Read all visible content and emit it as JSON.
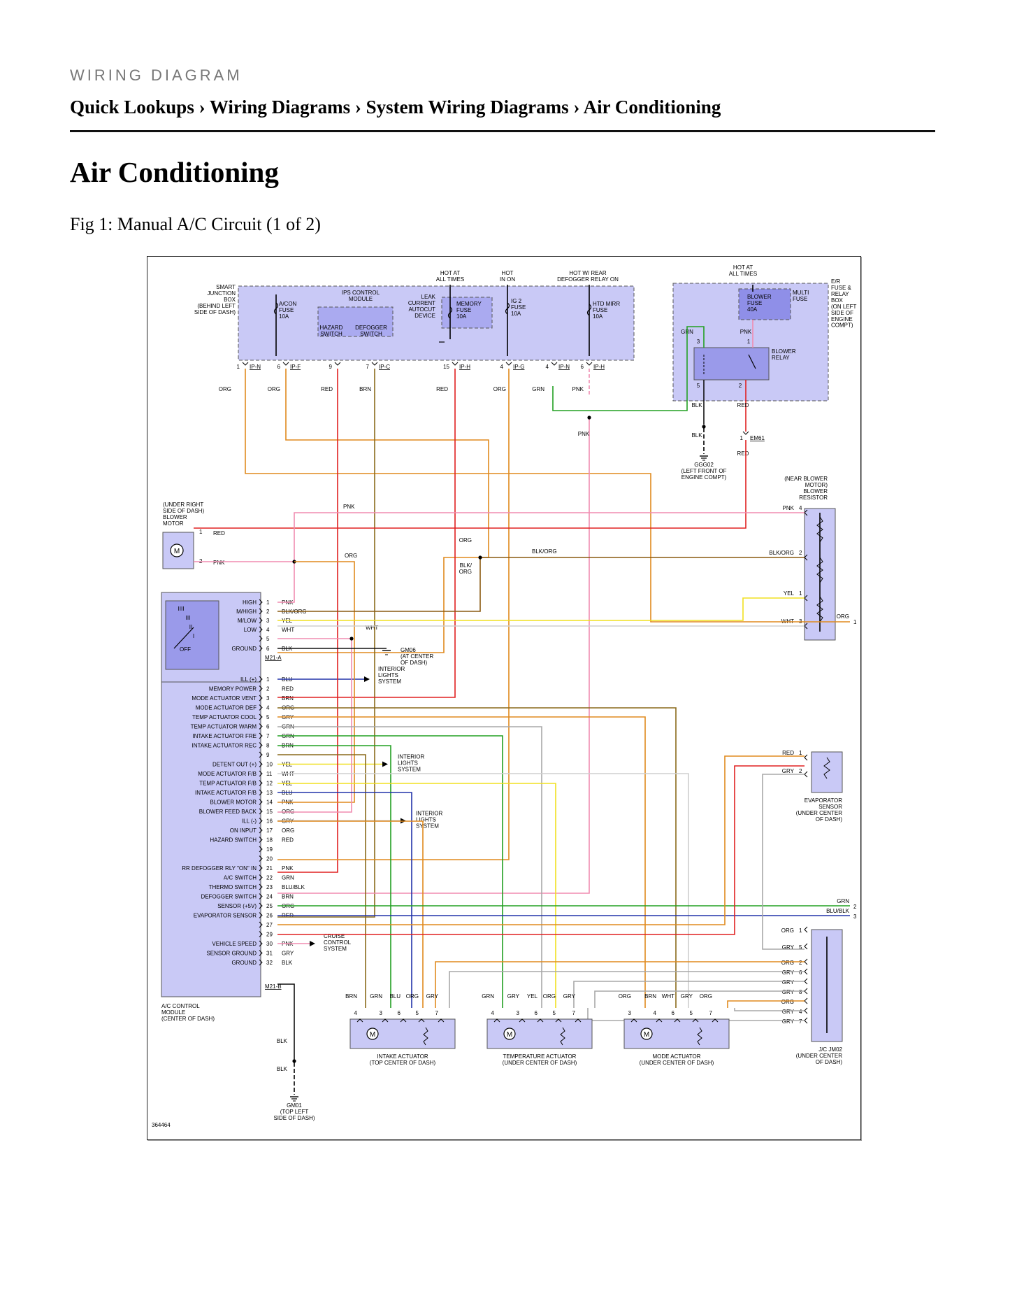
{
  "header": {
    "section_label": "WIRING DIAGRAM",
    "breadcrumb": [
      "Quick Lookups",
      "Wiring Diagrams",
      "System Wiring Diagrams",
      "Air Conditioning"
    ],
    "separator": "›"
  },
  "page": {
    "title": "Air Conditioning",
    "figure_caption": "Fig 1: Manual A/C Circuit (1 of 2)"
  },
  "colors": {
    "module_fill": "#c9c9f6",
    "module_stroke": "#555555",
    "wire": {
      "ORG": "#e08a1e",
      "RED": "#e02020",
      "BRN": "#8a6a1c",
      "GRN": "#22a022",
      "PNK": "#f08cb0",
      "BLK": "#111111",
      "YEL": "#f0e020",
      "WHT": "#cfcfcf",
      "BLU": "#2233aa",
      "GRY": "#a8a8a8",
      "BLK/ORG": "#8a5a10",
      "BLU/BLK": "#2233aa"
    }
  },
  "diagram": {
    "id": "364464",
    "top_labels": [
      "HOT AT\nALL TIMES",
      "HOT\nIN ON",
      "HOT W/ REAR\nDEFOGGER RELAY ON",
      "HOT AT\nALL TIMES"
    ],
    "junction_box": {
      "name": "SMART\nJUNCTION\nBOX\n(BEHIND LEFT\nSIDE OF DASH)",
      "ips": "IPS CONTROL\nMODULE",
      "leak": "LEAK\nCURRENT\nAUTOCUT\nDEVICE",
      "acon_fuse": "A/CON\nFUSE\n10A",
      "memory_fuse": "MEMORY\nFUSE\n10A",
      "ig2_fuse": "IG 2\nFUSE\n10A",
      "htd_fuse": "HTD MIRR\nFUSE\n10A",
      "hazard": "HAZARD\nSWITCH",
      "defogger": "DEFOGGER\nSWITCH",
      "pins": [
        {
          "n": "1",
          "c": "IP-N"
        },
        {
          "n": "6",
          "c": "IP-F"
        },
        {
          "n": "9",
          "c": ""
        },
        {
          "n": "7",
          "c": "IP-C"
        },
        {
          "n": "15",
          "c": "IP-H"
        },
        {
          "n": "4",
          "c": "IP-G"
        },
        {
          "n": "4",
          "c": "IP-N"
        },
        {
          "n": "6",
          "c": "IP-H"
        }
      ],
      "wires": [
        "ORG",
        "ORG",
        "RED",
        "BRN",
        "RED",
        "ORG",
        "GRN",
        "PNK"
      ]
    },
    "er_box": {
      "name": "E/R\nFUSE &\nRELAY\nBOX\n(ON LEFT\nSIDE OF\nENGINE\nCOMPT)",
      "multi": "MULTI\nFUSE",
      "blower_fuse": "BLOWER\nFUSE\n40A",
      "relay": "BLOWER\nRELAY",
      "grn": "GRN",
      "pnk": "PNK",
      "blk": "BLK",
      "red": "RED",
      "p3": "3",
      "p1": "1",
      "p5": "5",
      "p2": "2"
    },
    "ground_ggg02": "GGG02\n(LEFT FRONT OF\nENGINE COMPT)",
    "em61": "EM61",
    "blower_motor": "(UNDER RIGHT\nSIDE OF DASH)\nBLOWER\nMOTOR",
    "blower_resistor": "(NEAR BLOWER\nMOTOR)\nBLOWER\nRESISTOR",
    "blower_switch": {
      "name": "BLOWER SWITCH",
      "positions": [
        "IIII",
        "III",
        "II",
        "I",
        "OFF"
      ],
      "pins": [
        {
          "n": "1",
          "f": "HIGH",
          "w": "PNK"
        },
        {
          "n": "2",
          "f": "M/HIGH",
          "w": "BLK/ORG"
        },
        {
          "n": "3",
          "f": "M/LOW",
          "w": "YEL"
        },
        {
          "n": "4",
          "f": "LOW",
          "w": "WHT"
        },
        {
          "n": "5",
          "f": "",
          "w": ""
        },
        {
          "n": "6",
          "f": "GROUND",
          "w": "BLK"
        }
      ],
      "connector": "M21-A"
    },
    "gm06": "GM06\n(AT CENTER\nOF DASH)",
    "ac_module": {
      "name": "A/C CONTROL\nMODULE\n(CENTER OF DASH)",
      "connector": "M21-B",
      "pins": [
        {
          "n": "1",
          "f": "ILL (+)",
          "w": "BLU"
        },
        {
          "n": "2",
          "f": "MEMORY POWER",
          "w": "RED"
        },
        {
          "n": "3",
          "f": "MODE ACTUATOR VENT",
          "w": "BRN"
        },
        {
          "n": "4",
          "f": "MODE ACTUATOR DEF",
          "w": "ORG"
        },
        {
          "n": "5",
          "f": "TEMP ACTUATOR COOL",
          "w": "GRY"
        },
        {
          "n": "6",
          "f": "TEMP ACTUATOR WARM",
          "w": "GRN"
        },
        {
          "n": "7",
          "f": "INTAKE ACTUATOR FRE",
          "w": "GRN"
        },
        {
          "n": "8",
          "f": "INTAKE ACTUATOR REC",
          "w": "BRN"
        },
        {
          "n": "9",
          "f": "",
          "w": ""
        },
        {
          "n": "10",
          "f": "DETENT OUT (+)",
          "w": "YEL"
        },
        {
          "n": "11",
          "f": "MODE ACTUATOR F/B",
          "w": "WHT"
        },
        {
          "n": "12",
          "f": "TEMP ACTUATOR F/B",
          "w": "YEL"
        },
        {
          "n": "13",
          "f": "INTAKE ACTUATOR F/B",
          "w": "BLU"
        },
        {
          "n": "14",
          "f": "BLOWER MOTOR",
          "w": "PNK"
        },
        {
          "n": "15",
          "f": "BLOWER FEED BACK",
          "w": "ORG"
        },
        {
          "n": "16",
          "f": "ILL (-)",
          "w": "GRY"
        },
        {
          "n": "17",
          "f": "ON INPUT",
          "w": "ORG"
        },
        {
          "n": "18",
          "f": "HAZARD SWITCH",
          "w": "RED"
        },
        {
          "n": "19",
          "f": "",
          "w": ""
        },
        {
          "n": "20",
          "f": "",
          "w": ""
        },
        {
          "n": "21",
          "f": "RR DEFOGGER RLY \"ON\" IN",
          "w": "PNK"
        },
        {
          "n": "22",
          "f": "A/C SWITCH",
          "w": "GRN"
        },
        {
          "n": "23",
          "f": "THERMO SWITCH",
          "w": "BLU/BLK"
        },
        {
          "n": "24",
          "f": "DEFOGGER SWITCH",
          "w": "BRN"
        },
        {
          "n": "25",
          "f": "SENSOR (+5V)",
          "w": "ORG"
        },
        {
          "n": "26",
          "f": "EVAPORATOR SENSOR",
          "w": "RED"
        },
        {
          "n": "27",
          "f": "",
          "w": ""
        },
        {
          "n": "29",
          "f": "",
          "w": ""
        },
        {
          "n": "30",
          "f": "VEHICLE SPEED",
          "w": "PNK"
        },
        {
          "n": "31",
          "f": "SENSOR GROUND",
          "w": "GRY"
        },
        {
          "n": "32",
          "f": "GROUND",
          "w": "BLK"
        }
      ]
    },
    "interior_lights": "INTERIOR\nLIGHTS\nSYSTEM",
    "cruise_control": "CRUISE\nCONTROL\nSYSTEM",
    "evap_sensor": "EVAPORATOR\nSENSOR\n(UNDER CENTER\nOF DASH)",
    "jc_jm02": "J/C JM02\n(UNDER CENTER\nOF DASH)",
    "gm01": "GM01\n(TOP LEFT\nSIDE OF DASH)",
    "actuators": [
      {
        "name": "INTAKE ACTUATOR\n(TOP CENTER OF DASH)",
        "wires": [
          "BRN",
          "GRN",
          "BLU",
          "ORG",
          "GRY"
        ],
        "pins": [
          "4",
          "3",
          "6",
          "5",
          "7"
        ]
      },
      {
        "name": "TEMPERATURE ACTUATOR\n(UNDER CENTER OF DASH)",
        "wires": [
          "GRN",
          "GRY",
          "YEL",
          "ORG",
          "GRY"
        ],
        "pins": [
          "4",
          "3",
          "6",
          "5",
          "7"
        ]
      },
      {
        "name": "MODE ACTUATOR\n(UNDER CENTER OF DASH)",
        "wires": [
          "ORG",
          "BRN",
          "WHT",
          "GRY",
          "ORG"
        ],
        "pins": [
          "3",
          "4",
          "6",
          "5",
          "7"
        ]
      }
    ],
    "misc_labels": {
      "red": "RED",
      "pnk": "PNK",
      "org": "ORG",
      "blk": "BLK",
      "grn": "GRN",
      "gry": "GRY",
      "yel": "YEL",
      "wht": "WHT",
      "blk_org": "BLK/ORG",
      "blk_slash_org": "BLK/\nORG",
      "blu_blk": "BLU/BLK",
      "m": "M",
      "one": "1",
      "two": "2",
      "three": "3",
      "four": "4",
      "five": "5",
      "six": "6",
      "seven": "7",
      "eight": "8"
    }
  }
}
